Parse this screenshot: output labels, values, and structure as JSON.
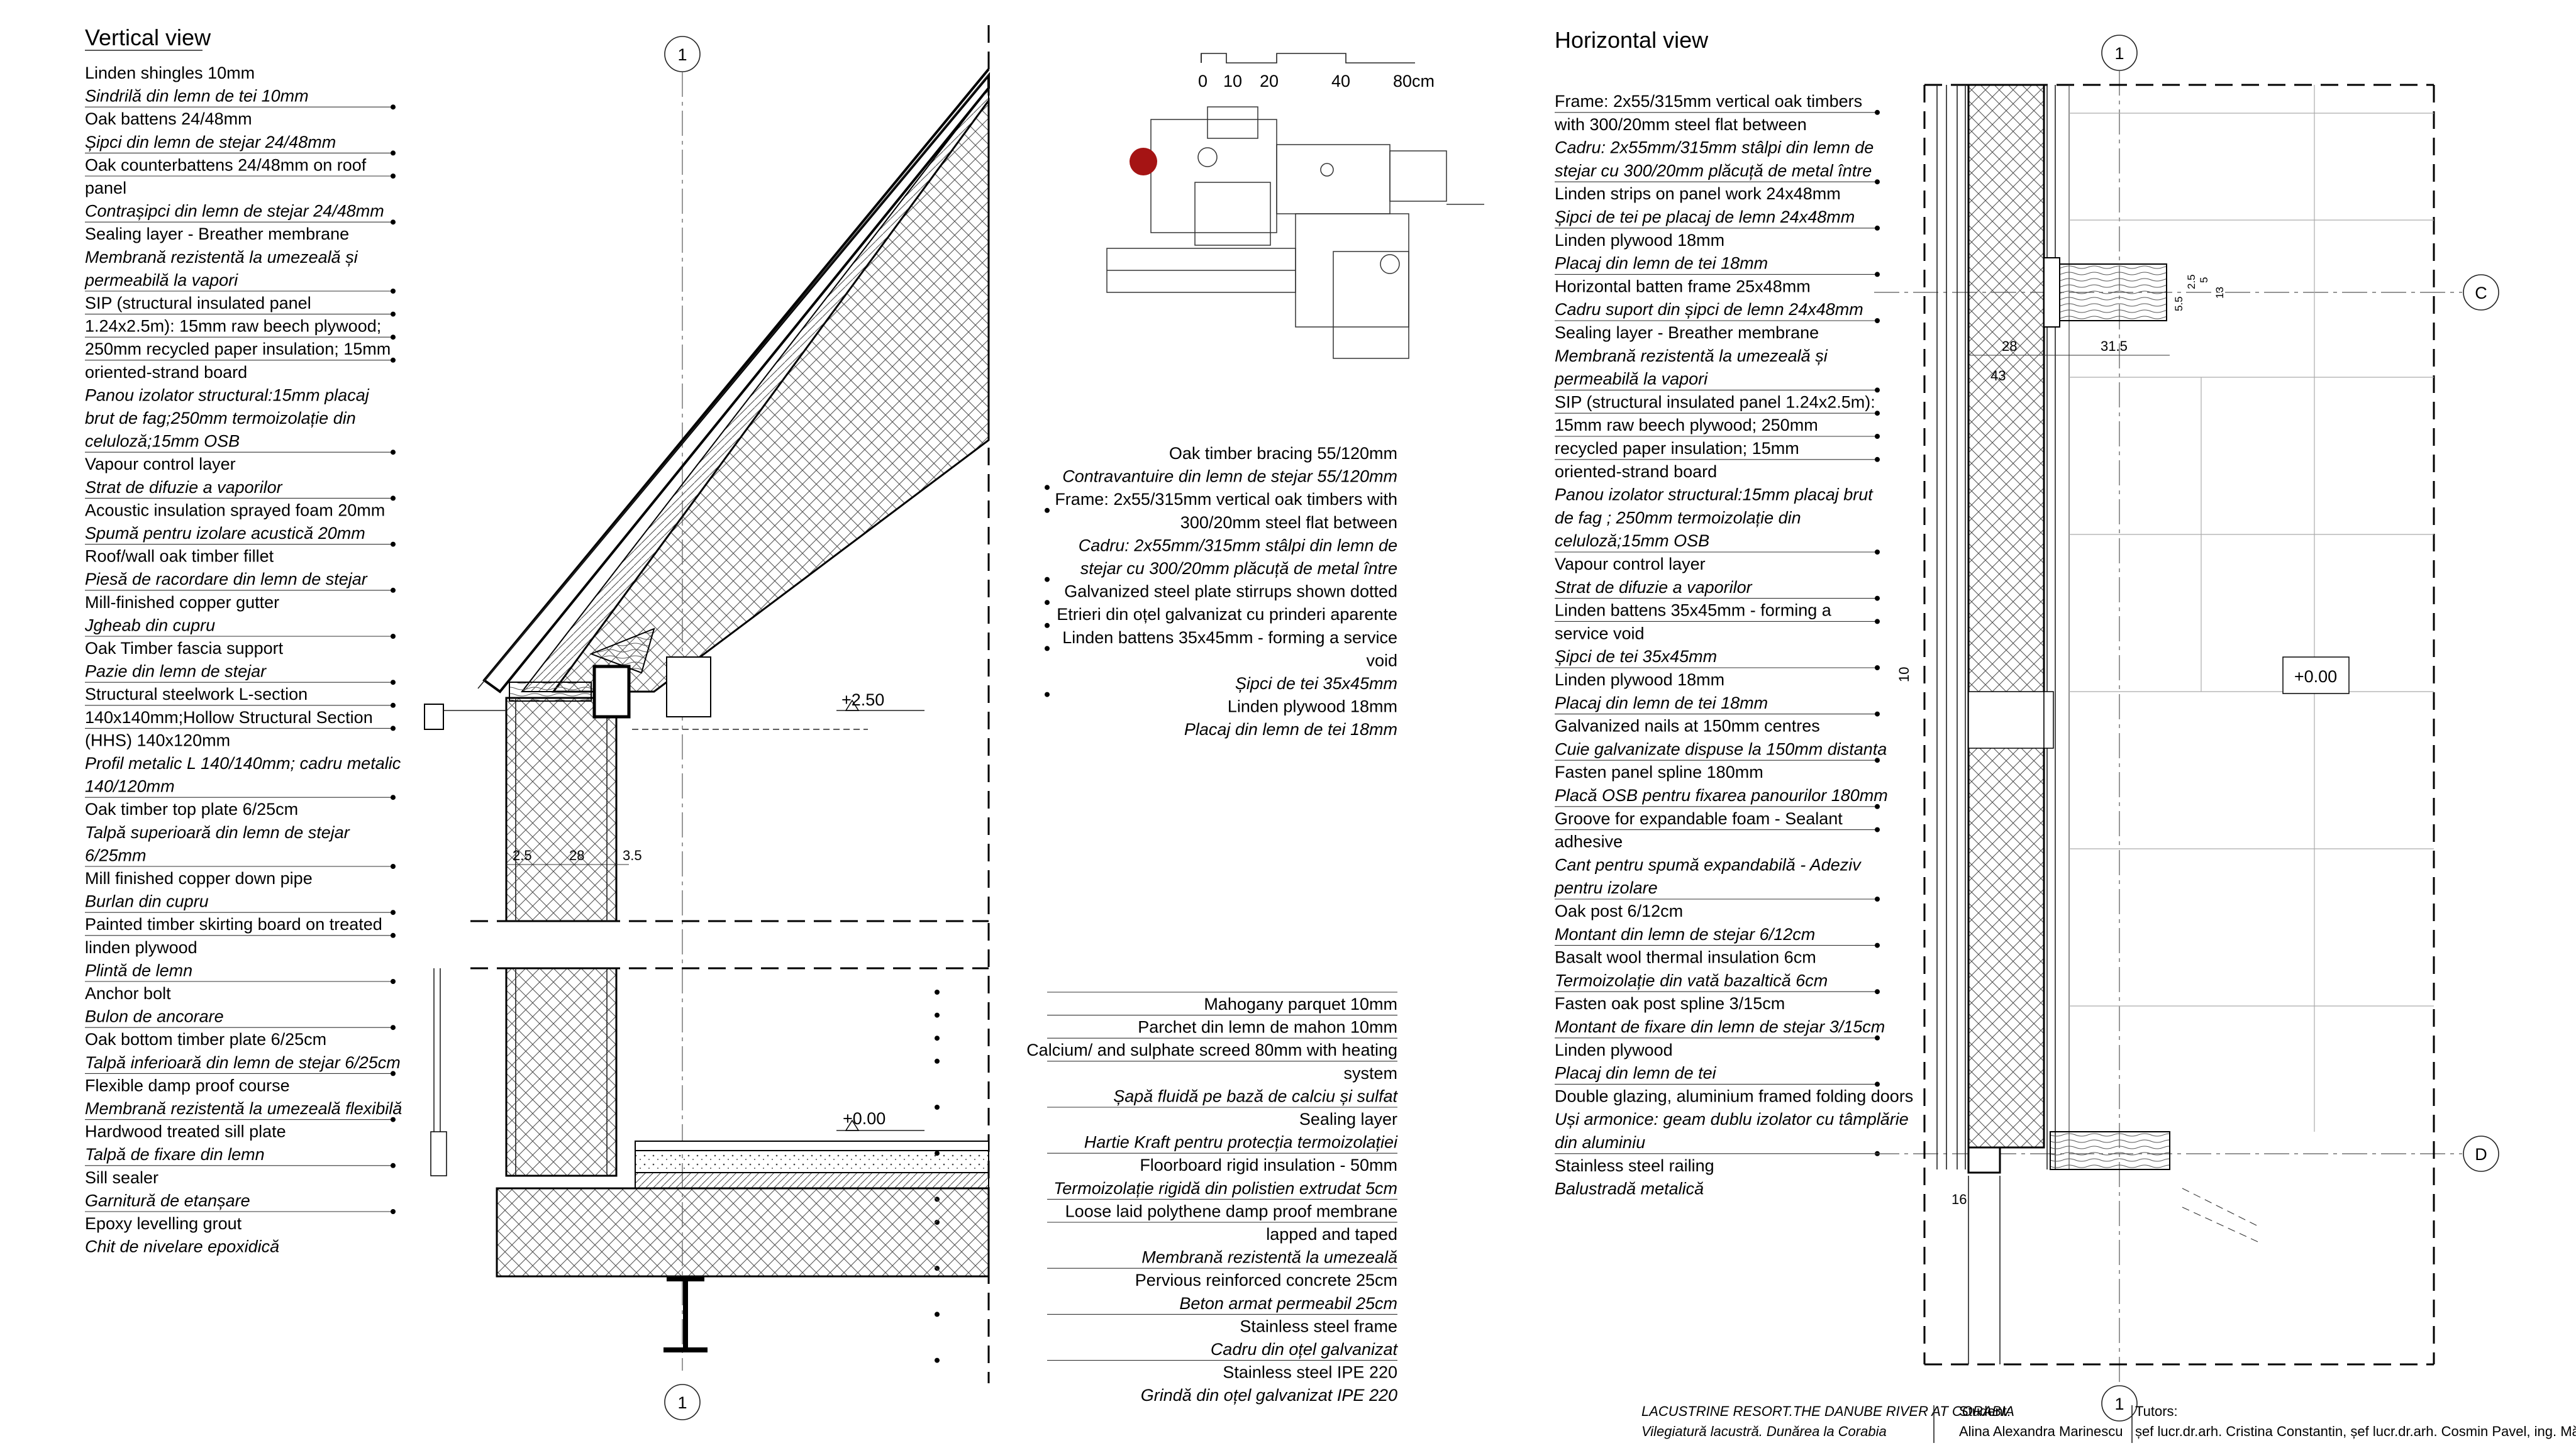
{
  "vertical": {
    "title": "Vertical view",
    "left_labels": [
      {
        "text": "Linden shingles 10mm",
        "italic": false
      },
      {
        "text": "Sindrilă din lemn de tei 10mm",
        "italic": true
      },
      {
        "text": "Oak battens 24/48mm",
        "italic": false
      },
      {
        "text": "Șipci din lemn de stejar 24/48mm",
        "italic": true
      },
      {
        "text": "Oak counterbattens 24/48mm on roof",
        "italic": false
      },
      {
        "text": "panel",
        "italic": false
      },
      {
        "text": "Contrașipci din lemn de stejar 24/48mm",
        "italic": true
      },
      {
        "text": "Sealing layer - Breather membrane",
        "italic": false
      },
      {
        "text": "Membrană rezistentă la umezeală și",
        "italic": true
      },
      {
        "text": "permeabilă la vapori",
        "italic": true
      },
      {
        "text": "SIP (structural insulated panel",
        "italic": false
      },
      {
        "text": "1.24x2.5m): 15mm raw beech plywood;",
        "italic": false
      },
      {
        "text": "250mm recycled paper insulation; 15mm",
        "italic": false
      },
      {
        "text": "oriented-strand board",
        "italic": false
      },
      {
        "text": "Panou izolator structural:15mm placaj",
        "italic": true
      },
      {
        "text": "brut de fag;250mm termoizolație din",
        "italic": true
      },
      {
        "text": "celuloză;15mm OSB",
        "italic": true
      },
      {
        "text": "Vapour control layer",
        "italic": false
      },
      {
        "text": "Strat de difuzie a vaporilor",
        "italic": true
      },
      {
        "text": "Acoustic insulation sprayed foam 20mm",
        "italic": false
      },
      {
        "text": "Spumă pentru izolare acustică 20mm",
        "italic": true
      },
      {
        "text": "Roof/wall oak timber fillet",
        "italic": false
      },
      {
        "text": "Piesă de racordare din lemn de stejar",
        "italic": true
      },
      {
        "text": "Mill-finished copper gutter",
        "italic": false
      },
      {
        "text": "Jgheab din cupru",
        "italic": true
      },
      {
        "text": "Oak Timber fascia support",
        "italic": false
      },
      {
        "text": "Pazie din lemn de stejar",
        "italic": true
      },
      {
        "text": "Structural steelwork L-section",
        "italic": false
      },
      {
        "text": "140x140mm;Hollow Structural Section",
        "italic": false
      },
      {
        "text": "(HHS) 140x120mm",
        "italic": false
      },
      {
        "text": "Profil metalic L 140/140mm; cadru metalic",
        "italic": true
      },
      {
        "text": "140/120mm",
        "italic": true
      },
      {
        "text": "Oak timber top plate 6/25cm",
        "italic": false
      },
      {
        "text": "Talpă superioară din lemn de stejar",
        "italic": true
      },
      {
        "text": "6/25mm",
        "italic": true
      },
      {
        "text": "Mill finished copper down pipe",
        "italic": false
      },
      {
        "text": "Burlan din cupru",
        "italic": true
      },
      {
        "text": "Painted timber skirting board on treated",
        "italic": false
      },
      {
        "text": "linden plywood",
        "italic": false
      },
      {
        "text": "Plintă de lemn",
        "italic": true
      },
      {
        "text": "Anchor bolt",
        "italic": false
      },
      {
        "text": "Bulon de ancorare",
        "italic": true
      },
      {
        "text": "Oak bottom timber plate 6/25cm",
        "italic": false
      },
      {
        "text": "Talpă inferioară din lemn de stejar 6/25cm",
        "italic": true
      },
      {
        "text": "Flexible damp proof course",
        "italic": false
      },
      {
        "text": "Membrană rezistentă la umezeală flexibilă",
        "italic": true
      },
      {
        "text": "Hardwood treated sill plate",
        "italic": false
      },
      {
        "text": "Talpă de fixare din lemn",
        "italic": true
      },
      {
        "text": "Sill sealer",
        "italic": false
      },
      {
        "text": "Garnitură de etanșare",
        "italic": true
      },
      {
        "text": "Epoxy levelling grout",
        "italic": false
      },
      {
        "text": "Chit de nivelare epoxidică",
        "italic": true
      }
    ],
    "right_labels": [
      {
        "text": "Oak timber bracing 55/120mm",
        "italic": false
      },
      {
        "text": "Contravantuire din lemn de stejar 55/120mm",
        "italic": true
      },
      {
        "text": "Frame: 2x55/315mm vertical oak timbers with",
        "italic": false
      },
      {
        "text": "300/20mm steel flat between",
        "italic": false
      },
      {
        "text": "Cadru: 2x55mm/315mm stâlpi din lemn de",
        "italic": true
      },
      {
        "text": "stejar cu 300/20mm plăcuță de metal între",
        "italic": true
      },
      {
        "text": "Galvanized steel plate stirrups shown dotted",
        "italic": false
      },
      {
        "text": "Etrieri din oțel galvanizat cu prinderi aparente",
        "italic": false
      },
      {
        "text": "Linden battens 35x45mm - forming a service",
        "italic": false
      },
      {
        "text": "void",
        "italic": false
      },
      {
        "text": "Șipci de tei 35x45mm",
        "italic": true
      },
      {
        "text": "Linden plywood 18mm",
        "italic": false
      },
      {
        "text": "Placaj din lemn de tei 18mm",
        "italic": true
      },
      {
        "text": "Mahogany parquet 10mm",
        "italic": false
      },
      {
        "text": "Parchet din lemn de mahon 10mm",
        "italic": false
      },
      {
        "text": "Calcium/ and sulphate screed 80mm with heating",
        "italic": false
      },
      {
        "text": "system",
        "italic": false
      },
      {
        "text": "Șapă fluidă pe bază de calciu și sulfat",
        "italic": true
      },
      {
        "text": "Sealing layer",
        "italic": false
      },
      {
        "text": "Hartie Kraft pentru protecția termoizolației",
        "italic": true
      },
      {
        "text": "Floorboard rigid insulation - 50mm",
        "italic": false
      },
      {
        "text": "Termoizolație rigidă din polistien extrudat 5cm",
        "italic": true
      },
      {
        "text": "Loose laid polythene damp proof membrane",
        "italic": false
      },
      {
        "text": "lapped and taped",
        "italic": false
      },
      {
        "text": "Membrană rezistentă la umezeală",
        "italic": true
      },
      {
        "text": "Pervious reinforced concrete 25cm",
        "italic": false
      },
      {
        "text": "Beton armat permeabil 25cm",
        "italic": true
      },
      {
        "text": "Stainless steel frame",
        "italic": false
      },
      {
        "text": "Cadru din oțel galvanizat",
        "italic": true
      },
      {
        "text": "Stainless steel IPE 220",
        "italic": false
      },
      {
        "text": "Grindă din oțel galvanizat IPE 220",
        "italic": true
      }
    ],
    "level_upper": "+2.50",
    "level_lower": "+0.00",
    "grid_mark": "1",
    "dims": [
      "2.5",
      "28",
      "3.5"
    ]
  },
  "horizontal": {
    "title": "Horizontal view",
    "labels": [
      {
        "text": "Frame: 2x55/315mm vertical oak timbers",
        "italic": false
      },
      {
        "text": "with 300/20mm steel flat between",
        "italic": false
      },
      {
        "text": "Cadru: 2x55mm/315mm stâlpi din lemn de",
        "italic": true
      },
      {
        "text": "stejar cu 300/20mm plăcuță de metal între",
        "italic": true
      },
      {
        "text": "Linden strips on panel work 24x48mm",
        "italic": false
      },
      {
        "text": "Șipci de tei pe placaj de lemn 24x48mm",
        "italic": true
      },
      {
        "text": "Linden plywood 18mm",
        "italic": false
      },
      {
        "text": "Placaj din lemn de tei 18mm",
        "italic": true
      },
      {
        "text": "Horizontal batten frame 25x48mm",
        "italic": false
      },
      {
        "text": "Cadru suport din șipci de lemn 24x48mm",
        "italic": true
      },
      {
        "text": "Sealing layer - Breather membrane",
        "italic": false
      },
      {
        "text": "Membrană rezistentă la umezeală și",
        "italic": true
      },
      {
        "text": "permeabilă la vapori",
        "italic": true
      },
      {
        "text": "SIP (structural insulated panel 1.24x2.5m):",
        "italic": false
      },
      {
        "text": "15mm raw beech plywood; 250mm",
        "italic": false
      },
      {
        "text": "recycled paper insulation; 15mm",
        "italic": false
      },
      {
        "text": "oriented-strand board",
        "italic": false
      },
      {
        "text": "Panou izolator structural:15mm placaj brut",
        "italic": true
      },
      {
        "text": "de fag ; 250mm termoizolație din",
        "italic": true
      },
      {
        "text": "celuloză;15mm OSB",
        "italic": true
      },
      {
        "text": "Vapour control layer",
        "italic": false
      },
      {
        "text": "Strat de difuzie a vaporilor",
        "italic": true
      },
      {
        "text": "Linden battens 35x45mm - forming a",
        "italic": false
      },
      {
        "text": "service void",
        "italic": false
      },
      {
        "text": "Șipci de tei 35x45mm",
        "italic": true
      },
      {
        "text": "Linden plywood 18mm",
        "italic": false
      },
      {
        "text": "Placaj din lemn de tei 18mm",
        "italic": true
      },
      {
        "text": "Galvanized nails at 150mm centres",
        "italic": false
      },
      {
        "text": "Cuie galvanizate dispuse la 150mm distanta",
        "italic": true
      },
      {
        "text": "Fasten panel spline 180mm",
        "italic": false
      },
      {
        "text": "Placă OSB pentru fixarea panourilor 180mm",
        "italic": true
      },
      {
        "text": "Groove for expandable foam - Sealant",
        "italic": false
      },
      {
        "text": "adhesive",
        "italic": false
      },
      {
        "text": "Cant pentru spumă expandabilă - Adeziv",
        "italic": true
      },
      {
        "text": "pentru izolare",
        "italic": true
      },
      {
        "text": "Oak post 6/12cm",
        "italic": false
      },
      {
        "text": "Montant din lemn de stejar 6/12cm",
        "italic": true
      },
      {
        "text": "Basalt wool thermal insulation 6cm",
        "italic": false
      },
      {
        "text": "Termoizolație din vată bazaltică 6cm",
        "italic": true
      },
      {
        "text": "Fasten oak post spline 3/15cm",
        "italic": false
      },
      {
        "text": "Montant de fixare din lemn de stejar 3/15cm",
        "italic": true
      },
      {
        "text": "Linden plywood",
        "italic": false
      },
      {
        "text": "Placaj din lemn de tei",
        "italic": true
      },
      {
        "text": "Double glazing, aluminium framed folding doors",
        "italic": false
      },
      {
        "text": "Uși armonice: geam dublu izolator cu tâmplărie",
        "italic": true
      },
      {
        "text": "din aluminiu",
        "italic": true
      },
      {
        "text": "Stainless steel railing",
        "italic": false
      },
      {
        "text": "Balustradă metalică",
        "italic": true
      }
    ],
    "level": "+0.00",
    "grid_marks": [
      "1",
      "C",
      "D"
    ],
    "dims": [
      "28",
      "43",
      "31.5",
      "10",
      "16",
      "5.5",
      "2.5",
      "5",
      "13"
    ]
  },
  "scale_bar": {
    "ticks": [
      "0",
      "10",
      "20",
      "40",
      "80cm"
    ]
  },
  "footer": {
    "project": "LACUSTRINE RESORT.THE DANUBE RIVER AT CORABIA",
    "project_ro": "Vilegiatură lacustră. Dunărea la Corabia",
    "student_label": "Student:",
    "student_name": "Alina Alexandra Marinescu",
    "tutors_label": "Tutors:",
    "tutors_names": "șef lucr.dr.arh. Cristina Constantin, șef lucr.dr.arh. Cosmin Pavel, ing. Mădălin Coman"
  },
  "colors": {
    "ink": "#111111",
    "marker": "#a51414"
  }
}
